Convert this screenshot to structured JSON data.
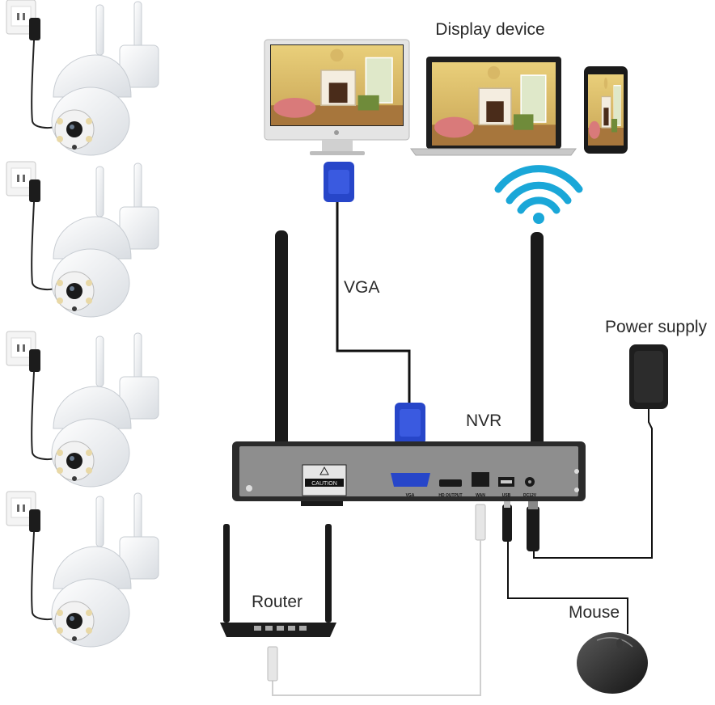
{
  "labels": {
    "display_device": "Display device",
    "vga": "VGA",
    "power_supply": "Power supply",
    "nvr": "NVR",
    "router": "Router",
    "mouse": "Mouse"
  },
  "nvr_panel": {
    "caution": "CAUTION",
    "vga_port": "VGA",
    "hd_output": "HD OUTPUT",
    "wan": "WAN",
    "usb": "USB",
    "dc": "DC12V"
  },
  "colors": {
    "vga_blue": "#2746c9",
    "wifi_blue": "#1aa7d8",
    "nvr_body": "#2b2b2b",
    "nvr_panel": "#8e8e8e",
    "cable_dark": "#111111",
    "cable_light": "#cfcfcf"
  },
  "cameras": [
    {
      "id": "camera-1"
    },
    {
      "id": "camera-2"
    },
    {
      "id": "camera-3"
    },
    {
      "id": "camera-4"
    }
  ]
}
